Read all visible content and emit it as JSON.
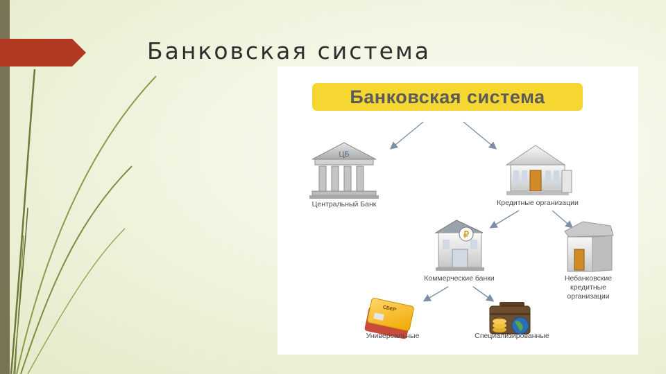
{
  "slide": {
    "title": "Банковская система"
  },
  "diagram": {
    "banner": "Банковская система",
    "central_bank_sign": "ЦБ",
    "ruble_sign": "₽",
    "card_sign": "СБЕР",
    "nodes": {
      "central_bank": "Центральный Банк",
      "credit_orgs": "Кредитные организации",
      "commercial_banks": "Коммерческие банки",
      "non_bank_line1": "Небанковские",
      "non_bank_line2": "кредитные",
      "non_bank_line3": "организации",
      "universal": "Универсальные",
      "specialized": "Специализированные"
    }
  },
  "colors": {
    "banner": "#f6d631",
    "marker": "#b33a22",
    "arrow": "#7d8fa6"
  }
}
